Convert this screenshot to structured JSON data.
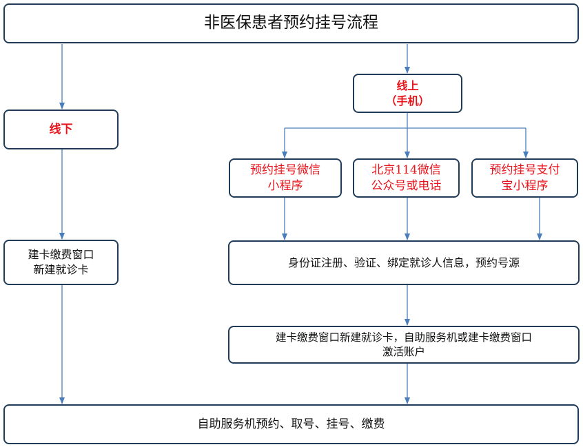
{
  "title": "非医保患者预约挂号流程",
  "offline": {
    "label": "线下"
  },
  "online": {
    "line1": "线上",
    "line2": "（手机）"
  },
  "channels": [
    {
      "line1": "预约挂号微信",
      "line2": "小程序"
    },
    {
      "line1": "北京114微信",
      "line2": "公众号或电话"
    },
    {
      "line1": "预约挂号支付",
      "line2": "宝小程序"
    }
  ],
  "offline_step": {
    "line1": "建卡缴费窗口",
    "line2": "新建就诊卡"
  },
  "online_step1": {
    "text": "身份证注册、验证、绑定就诊人信息，预约号源"
  },
  "online_step2": {
    "line1": "建卡缴费窗口新建就诊卡，自助服务机或建卡缴费窗口",
    "line2": "激活账户"
  },
  "final_step": {
    "text": "自助服务机预约、取号、挂号、缴费"
  },
  "colors": {
    "border": "#1f3b57",
    "arrow": "#4a7ebb",
    "highlight": "#e8141c"
  }
}
